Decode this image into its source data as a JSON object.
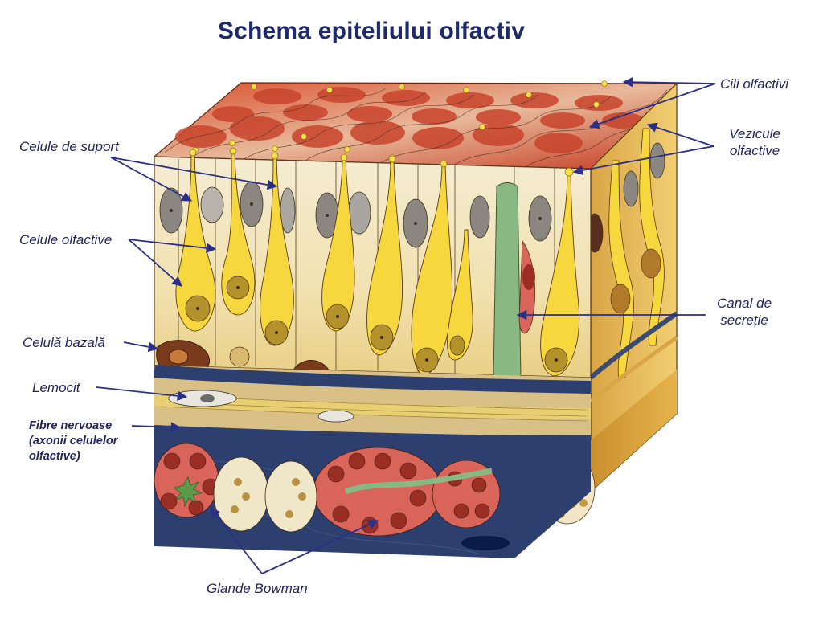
{
  "title": "Schema epiteliului olfactiv",
  "labels": {
    "cili": "Cili olfactivi",
    "vezicule_1": "Vezicule",
    "vezicule_2": "olfactive",
    "suport": "Celule de suport",
    "olfactive": "Celule olfactive",
    "canal_1": "Canal de",
    "canal_2": "secreție",
    "bazala": "Celulă bazală",
    "lemocit": "Lemocit",
    "fibre_1": "Fibre nervoase",
    "fibre_2": "(axonii celulelor",
    "fibre_3": "olfactive)",
    "bowman": "Glande Bowman"
  },
  "colors": {
    "title": "#1f2a6e",
    "label": "#23245e",
    "pointer": "#2b2f86",
    "cilia_red": "#c8442c",
    "olfactive_yellow": "#f6d83e",
    "support_beige": "#f1e6c6",
    "nucleus_grey": "#8b8780",
    "basal_brown": "#7a3a1c",
    "canal_green": "#8ab882",
    "gland_red": "#b83524",
    "nerve_blue": "#2c3f6e"
  }
}
